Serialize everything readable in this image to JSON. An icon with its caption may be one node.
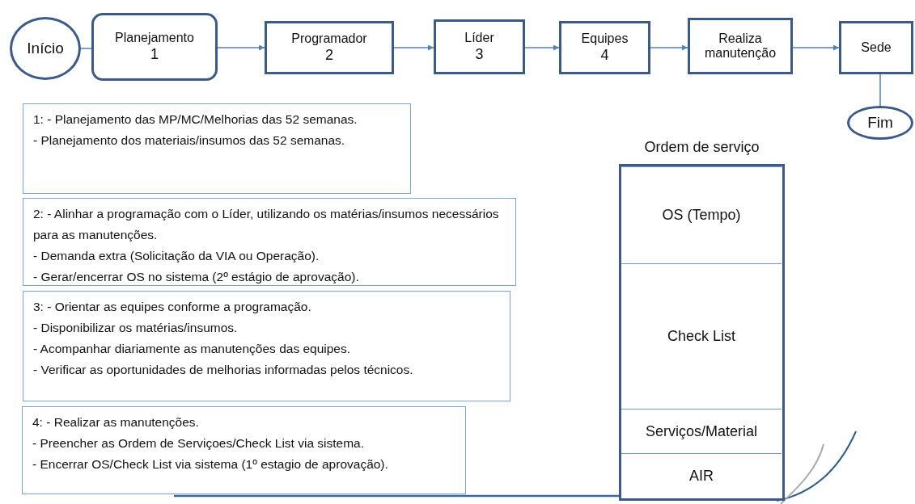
{
  "diagram": {
    "nodes": [
      {
        "text": [
          "Início"
        ]
      },
      {
        "text": [
          "Planejamento",
          "1"
        ]
      },
      {
        "text": [
          "Programador",
          "2"
        ]
      },
      {
        "text": [
          "Líder",
          "3"
        ]
      },
      {
        "text": [
          "Equipes",
          "4"
        ]
      },
      {
        "text": [
          "Realiza manutenção"
        ]
      },
      {
        "text": [
          "Sede"
        ]
      },
      {
        "text": [
          "Fim"
        ]
      },
      {
        "text": [
          "1: - Planejamento das MP/MC/Melhorias das 52 semanas.",
          "- Planejamento dos materiais/insumos das 52 semanas."
        ]
      },
      {
        "text": [
          "2: - Alinhar a programação com o Líder, utilizando os matérias/insumos necessários para as manutenções.",
          "- Demanda extra (Solicitação da VIA ou Operação).",
          "- Gerar/encerrar OS no sistema (2º estágio de aprovação)."
        ]
      },
      {
        "text": [
          "3: - Orientar as equipes conforme a programação.",
          "- Disponibilizar os matérias/insumos.",
          "- Acompanhar diariamente as manutenções das equipes.",
          "- Verificar as oportunidades de melhorias informadas pelos técnicos."
        ]
      },
      {
        "text": [
          "4: - Realizar as manutenções.",
          "- Preencher as Ordem de Serviçoes/Check List via sistema.",
          "- Encerrar OS/Check List via sistema (1º estagio de aprovação)."
        ]
      },
      {
        "text": [
          "Ordem de serviço"
        ]
      },
      {
        "text": [
          "OS (Tempo)"
        ],
        "in": 12
      },
      {
        "text": [
          "Check List"
        ],
        "in": 12
      },
      {
        "text": [
          "Serviços/Material"
        ],
        "in": 12
      },
      {
        "text": [
          "AIR"
        ],
        "in": 12
      }
    ],
    "edges": [
      {
        "from": 0,
        "to": 1,
        "arrow": "none"
      },
      {
        "from": 1,
        "to": 2,
        "arrow": "to"
      },
      {
        "from": 2,
        "to": 3,
        "arrow": "to"
      },
      {
        "from": 3,
        "to": 4,
        "arrow": "to"
      },
      {
        "from": 4,
        "to": 5,
        "arrow": "to"
      },
      {
        "from": 5,
        "to": 6,
        "arrow": "to"
      },
      {
        "from": 6,
        "to": 7,
        "arrow": "none"
      }
    ]
  }
}
